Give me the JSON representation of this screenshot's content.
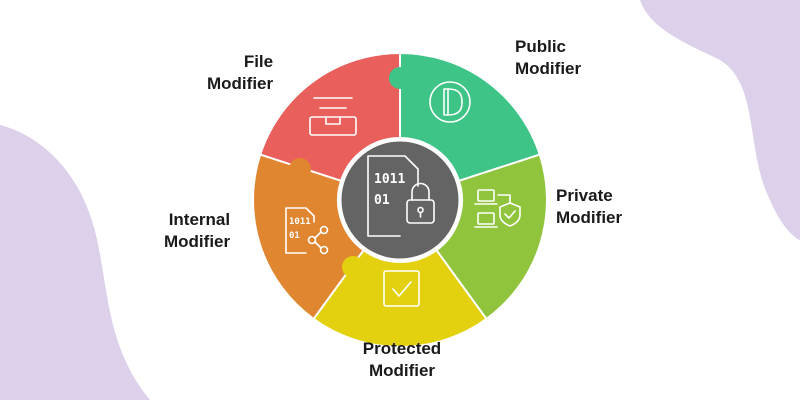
{
  "colors": {
    "background": "#ffffff",
    "blob": "#dcd0ea",
    "file": "#e85f5c",
    "public": "#3ec487",
    "private": "#8fc43c",
    "protected": "#e3d00f",
    "internal": "#e08530",
    "center": "#646464",
    "ring_border": "#ffffff",
    "label_text": "#1a1a1a"
  },
  "segments": [
    {
      "id": "file",
      "line1": "File",
      "line2": "Modifier",
      "icon": "browser-window-icon"
    },
    {
      "id": "public",
      "line1": "Public",
      "line2": "Modifier",
      "icon": "currency-coin-icon"
    },
    {
      "id": "private",
      "line1": "Private",
      "line2": "Modifier",
      "icon": "secure-computers-icon"
    },
    {
      "id": "protected",
      "line1": "Protected",
      "line2": "Modifier",
      "icon": "checkbox-icon"
    },
    {
      "id": "internal",
      "line1": "Internal",
      "line2": "Modifier",
      "icon": "binary-share-icon"
    }
  ],
  "center": {
    "icon": "binary-lock-icon",
    "binary_line1": "1011",
    "binary_line2": "01"
  },
  "internal_icon": {
    "binary_line1": "1011",
    "binary_line2": "01"
  }
}
